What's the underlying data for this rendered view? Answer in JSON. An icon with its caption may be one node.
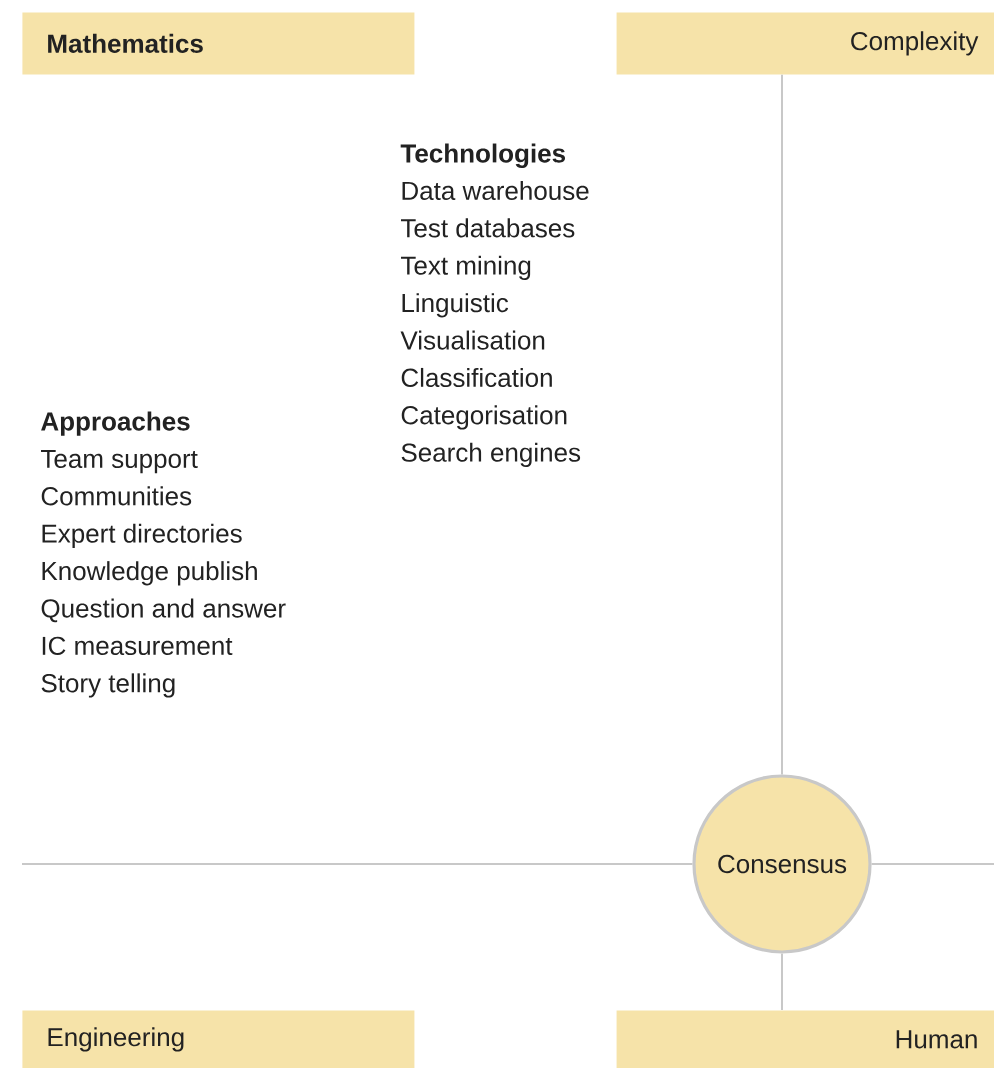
{
  "diagram": {
    "nodes": [
      {
        "text": [
          "Mathematics"
        ]
      },
      {
        "text": [
          "Complexity"
        ]
      },
      {
        "text": [
          "Consensus"
        ]
      },
      {
        "text": [
          "Engineering"
        ]
      },
      {
        "text": [
          "Human"
        ]
      }
    ],
    "edges": [
      {
        "from": 1,
        "to": 2,
        "arrow": "none"
      },
      {
        "from": 2,
        "to": 4,
        "arrow": "none"
      },
      {
        "from": null,
        "to": 2,
        "arrow": "none"
      },
      {
        "from": 2,
        "to": null,
        "arrow": "none"
      }
    ],
    "labels": [
      "Technologies",
      "Data warehouse",
      "Test databases",
      "Text mining",
      "Linguistic",
      "Visualisation",
      "Classification",
      "Categorisation",
      "Search engines",
      "Approaches",
      "Team support",
      "Communities",
      "Expert directories",
      "Knowledge publish",
      "Question and answer",
      "IC measurement",
      "Story telling"
    ]
  }
}
